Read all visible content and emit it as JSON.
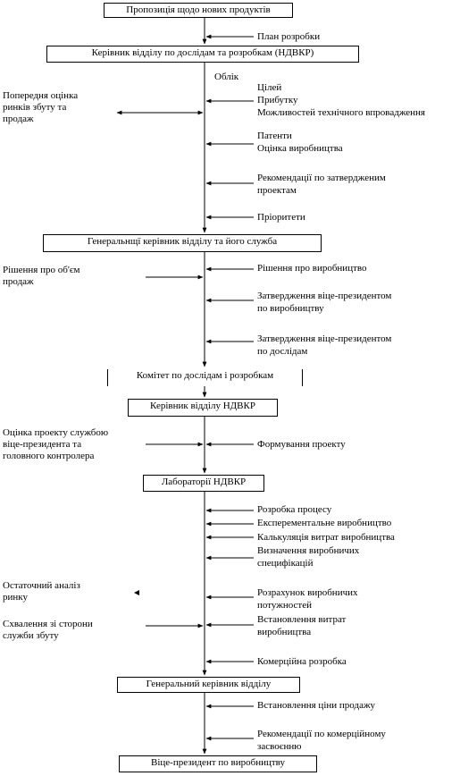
{
  "boxes": {
    "proposal": "Пропозиція щодо нових продуктів",
    "rd_head_full": "Керівник відділу по дослідам та розробкам (НДВКР)",
    "general_head_service": "Генеральнщї керівник відділу та його служба",
    "committee": "Комітет по дослідам і розробкам",
    "rd_head": "Керівник відділу НДВКР",
    "labs": "Лабораторії НДВКР",
    "general_head": "Генеральний керівник відділу",
    "vp_production": "Віце-президент по виробництву"
  },
  "right_labels": {
    "dev_plan": "План розробки",
    "account": "Облік",
    "goals": "Цілей\nПрибутку\nМожливостей технічного впровадження",
    "patents": "Патенти\nОцінка виробництва",
    "recommendations": "Рекомендації по затвердженим\nпроектам",
    "priorities": "Пріоритети",
    "production_decision": "Рішення про виробництво",
    "vp_production_approval": "Затвердження віце-президентом\nпо виробництву",
    "vp_research_approval": "Затвердження віце-президентом\nпо дослідам",
    "project_formation": "Формування проекту",
    "process_dev": "Розробка процесу",
    "experimental_production": "Експерементальне виробництво",
    "cost_calculation": "Калькуляція витрат виробництва",
    "spec_definition": "Визначення виробничих\nспецифікацій",
    "capacity_calc": "Розрахунок виробничих\nпотужностей",
    "cost_setting": "Встановлення витрат\nвиробництва",
    "commercial_dev": "Комерційна розробка",
    "price_setting": "Встановлення ціни продажу",
    "commercial_recs": "Рекомендації по комерційному\nзасвоєнню"
  },
  "left_labels": {
    "market_estimate": "Попередня оцінка\nринків збуту та\nпродаж",
    "sales_volume": "Рішення про об'єм\nпродаж",
    "project_evaluation": "Оцінка проекту службою\nвіце-президента та\nголовного контролера",
    "market_analysis": "Остаточний аналіз\nринку",
    "sales_approval": "Схвалення зі сторони\nслужби збуту"
  }
}
